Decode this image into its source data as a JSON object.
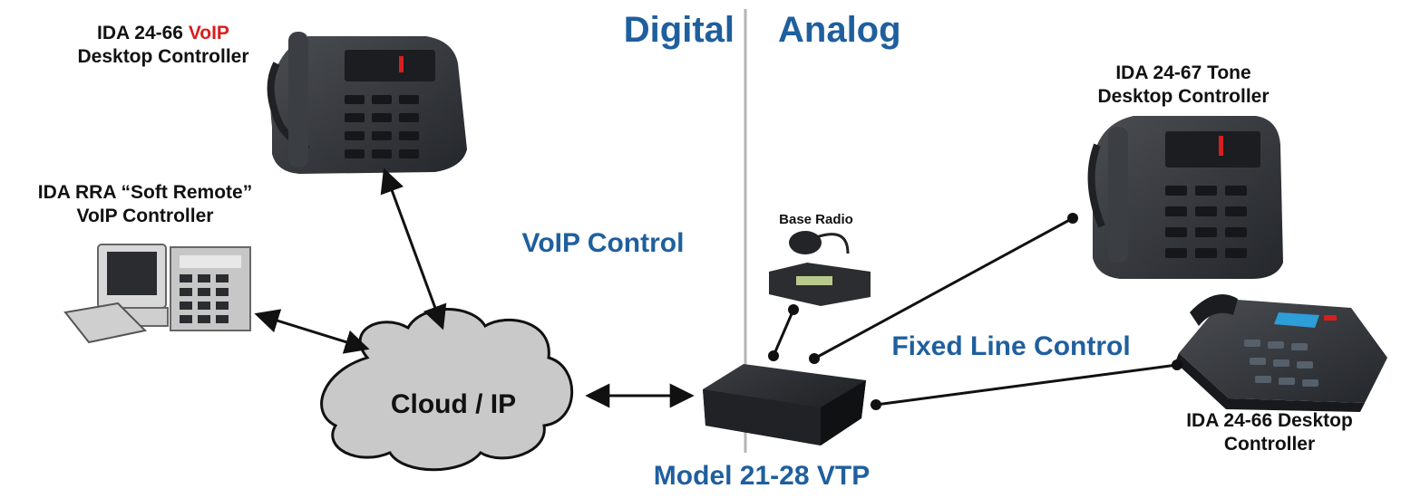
{
  "header": {
    "left": "Digital",
    "right": "Analog"
  },
  "labels": {
    "voip_phone_line1_prefix": "IDA 24-66 ",
    "voip_phone_line1_accent": "VoIP",
    "voip_phone_line2": "Desktop Controller",
    "soft_remote_line1": "IDA RRA “Soft Remote”",
    "soft_remote_line2": "VoIP Controller",
    "voip_control": "VoIP Control",
    "cloud": "Cloud / IP",
    "base_radio": "Base Radio",
    "vtp": "Model 21-28 VTP",
    "fixed_line_control": "Fixed Line Control",
    "tone_line1": "IDA 24-67 Tone",
    "tone_line2": "Desktop Controller",
    "desk_line1": "IDA 24-66 Desktop",
    "desk_line2": "Controller"
  },
  "colors": {
    "accent_blue": "#1f5f9e",
    "accent_red": "#d81e1e",
    "divider": "#b5b5b5",
    "cloud_fill": "#c9c9c9"
  }
}
